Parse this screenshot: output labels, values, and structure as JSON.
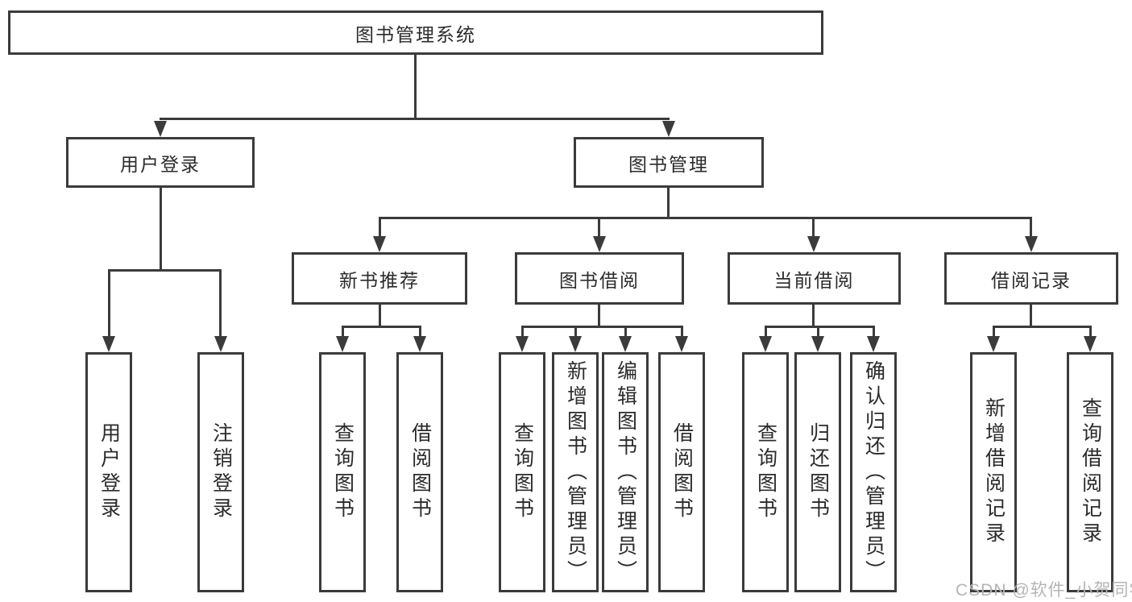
{
  "diagram": {
    "root": {
      "label": "图书管理系统"
    },
    "branches": [
      {
        "label": "用户登录",
        "children": [
          {
            "label": "用户登录"
          },
          {
            "label": "注销登录"
          }
        ]
      },
      {
        "label": "图书管理",
        "children": [
          {
            "label": "新书推荐",
            "children": [
              {
                "label": "查询图书"
              },
              {
                "label": "借阅图书"
              }
            ]
          },
          {
            "label": "图书借阅",
            "children": [
              {
                "label": "查询图书"
              },
              {
                "label": "新增图书（管理员）"
              },
              {
                "label": "编辑图书（管理员）"
              },
              {
                "label": "借阅图书"
              }
            ]
          },
          {
            "label": "当前借阅",
            "children": [
              {
                "label": "查询图书"
              },
              {
                "label": "归还图书"
              },
              {
                "label": "确认归还（管理员）"
              }
            ]
          },
          {
            "label": "借阅记录",
            "children": [
              {
                "label": "新增借阅记录"
              },
              {
                "label": "查询借阅记录"
              }
            ]
          }
        ]
      }
    ]
  },
  "watermark": {
    "text": "CSDN @软件_小贺同学"
  },
  "colors": {
    "line": "#3b3b3b",
    "box_border": "#3b3b3b",
    "text": "#2b2b2b",
    "background": "#ffffff",
    "watermark": "#b5b5b5"
  }
}
